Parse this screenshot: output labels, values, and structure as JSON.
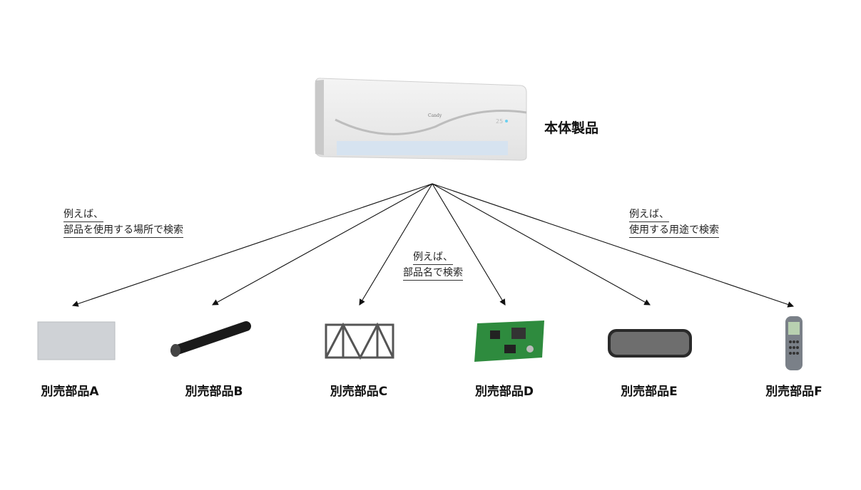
{
  "main_product": {
    "label": "本体製品",
    "icon": "air-conditioner"
  },
  "notes": [
    {
      "line1": "例えば、",
      "line2": "部品を使用する場所で検索"
    },
    {
      "line1": "例えば、",
      "line2": "部品名で検索"
    },
    {
      "line1": "例えば、",
      "line2": "使用する用途で検索"
    }
  ],
  "parts": [
    {
      "label": "別売部品A",
      "icon": "panel"
    },
    {
      "label": "別売部品B",
      "icon": "pipe"
    },
    {
      "label": "別売部品C",
      "icon": "truss-frame"
    },
    {
      "label": "別売部品D",
      "icon": "circuit-board"
    },
    {
      "label": "別売部品E",
      "icon": "mirror"
    },
    {
      "label": "別売部品F",
      "icon": "remote-control"
    }
  ]
}
